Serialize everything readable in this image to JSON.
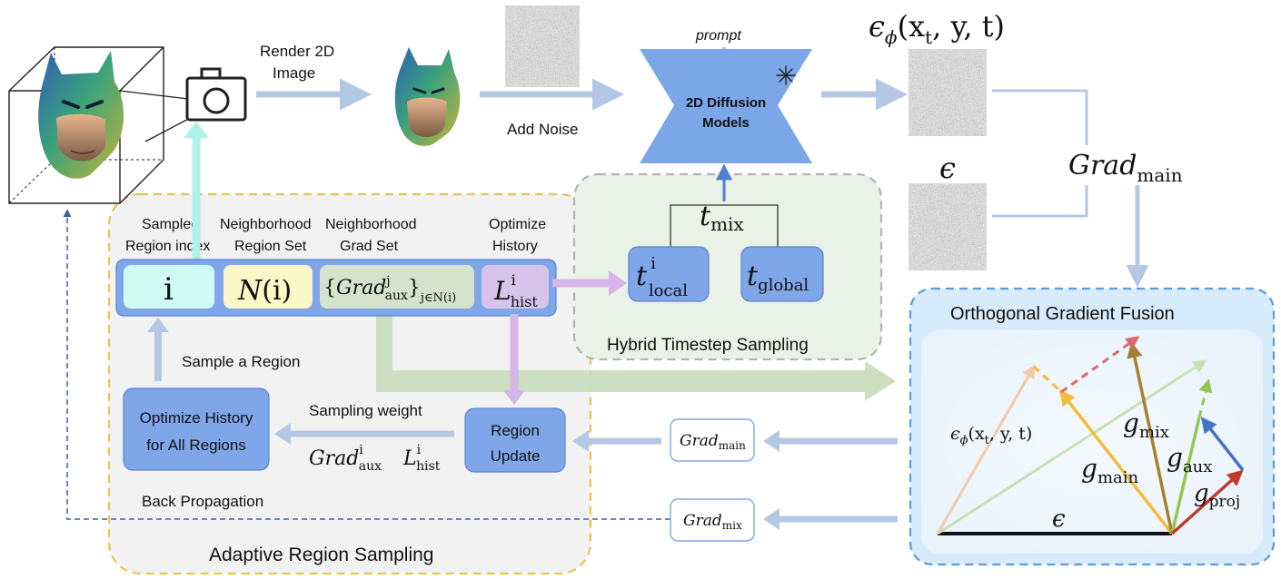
{
  "labels": {
    "render": [
      "Render 2D",
      "Image"
    ],
    "add_noise": "Add Noise",
    "prompt": "prompt",
    "diffusion": [
      "2D Diffusion",
      "Models"
    ],
    "eps_phi": "ϵ",
    "eps_phi_sub": "ϕ",
    "eps_phi_args": "(x",
    "eps_phi_args_sub": "t",
    "eps_phi_args_end": ", y, t)",
    "eps": "ϵ",
    "grad_main_big": "Grad",
    "grad_main_big_sub": "main",
    "t_mix": "t",
    "t_mix_sub": "mix",
    "t_local": "t",
    "t_local_sup": "i",
    "t_local_sub": "local",
    "t_global": "t",
    "t_global_sub": "global",
    "hybrid_title": "Hybrid Timestep Sampling",
    "col_sampled": [
      "Sampled",
      "Region index"
    ],
    "col_neighborhood_set": [
      "Neighborhood",
      "Region Set"
    ],
    "col_neighborhood_grad": [
      "Neighborhood",
      "Grad Set"
    ],
    "col_optimize_history": [
      "Optimize",
      "History"
    ],
    "cell_i": "i",
    "cell_n": "N",
    "cell_n_arg": "(i)",
    "cell_grad_open": "{",
    "cell_grad": "Grad",
    "cell_grad_sup": "j",
    "cell_grad_sub": "aux",
    "cell_grad_close": "}",
    "cell_grad_idx": "j∈N(i)",
    "cell_hist": "L",
    "cell_hist_sup": "i",
    "cell_hist_sub": "hist",
    "sample_region": "Sample a Region",
    "sampling_weight": "Sampling weight",
    "optimize_all": [
      "Optimize History",
      "for All Regions"
    ],
    "region_update": [
      "Region",
      "Update"
    ],
    "w_grad": "Grad",
    "w_grad_sup": "i",
    "w_grad_sub": "aux",
    "w_hist": "L",
    "w_hist_sup": "i",
    "w_hist_sub": "hist",
    "back_prop": "Back Propagation",
    "adaptive_title": "Adaptive Region Sampling",
    "box_grad_main": "Grad",
    "box_grad_main_sub": "main",
    "box_grad_mix": "Grad",
    "box_grad_mix_sub": "mix",
    "ogf_title": "Orthogonal Gradient Fusion",
    "v_eps_phi": "ϵ",
    "v_eps_phi_sub": "ϕ",
    "v_eps_phi_args": "(x",
    "v_eps_phi_args_sub": "t",
    "v_eps_phi_args_end": ", y, t)",
    "v_gmix": "g",
    "v_gmix_sub": "mix",
    "v_gmain": "g",
    "v_gmain_sub": "main",
    "v_gaux": "g",
    "v_gaux_sub": "aux",
    "v_gproj": "g",
    "v_gproj_sub": "proj",
    "v_eps": "ϵ"
  },
  "colors": {
    "flow_arrow": "#b4c8e6",
    "diffusion_blue": "#7ba7e8",
    "region_blue": "#7fa6e8",
    "cell_cyan": "#cffaf4",
    "cell_yellow": "#fcf6c9",
    "cell_green": "#d5e2cc",
    "cell_purple": "#d8c4ea",
    "panel_grey": "#f2f2f2",
    "adaptive_border": "#e8c451",
    "ogf_border": "#5b9be0",
    "ogf_fill": "#d8ebfb",
    "green_band": "#c9ddbd",
    "purple_arrow": "#d6b5e8",
    "cyan_arrow": "#aef0ea"
  }
}
